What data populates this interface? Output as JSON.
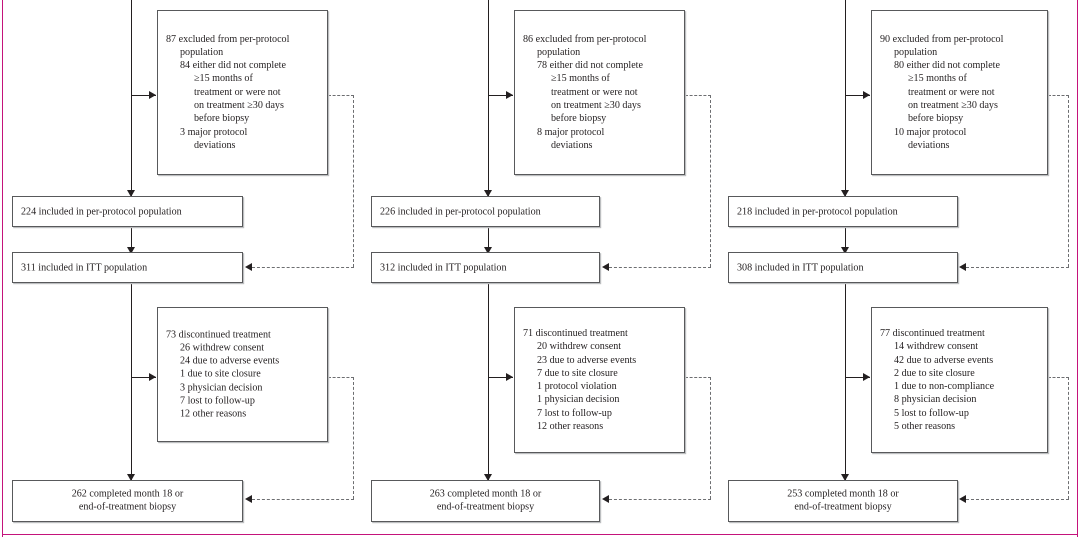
{
  "figure": {
    "type": "clinical-trial-consort-flow-diagram",
    "arms": 3,
    "accent_rule_color": "#c4137b",
    "box_border_color": "#58595b",
    "text_color": "#231f20"
  },
  "columns": [
    {
      "id": "arm-1",
      "excluded_box": {
        "lines": [
          {
            "text": "87 excluded from per-protocol",
            "indent": 0
          },
          {
            "text": "population",
            "indent": 1
          },
          {
            "text": "84 either did not complete",
            "indent": 1
          },
          {
            "text": "≥15 months of",
            "indent": 2
          },
          {
            "text": "treatment or were not",
            "indent": 2
          },
          {
            "text": "on treatment ≥30 days",
            "indent": 2
          },
          {
            "text": "before biopsy",
            "indent": 2
          },
          {
            "text": "3 major protocol",
            "indent": 1
          },
          {
            "text": "deviations",
            "indent": 2
          }
        ]
      },
      "per_protocol_box": {
        "text": "224 included in per-protocol population"
      },
      "itt_box": {
        "text": "311 included in ITT population"
      },
      "discontinued_box": {
        "lines": [
          {
            "text": "73 discontinued treatment",
            "indent": 0
          },
          {
            "text": "26 withdrew consent",
            "indent": 1
          },
          {
            "text": "24 due to adverse events",
            "indent": 1
          },
          {
            "text": "1 due to site closure",
            "indent": 1
          },
          {
            "text": "3 physician decision",
            "indent": 1
          },
          {
            "text": "7 lost to follow-up",
            "indent": 1
          },
          {
            "text": "12 other reasons",
            "indent": 1
          }
        ]
      },
      "completed_box": {
        "line1": "262 completed month 18 or",
        "line2": "end-of-treatment biopsy"
      }
    },
    {
      "id": "arm-2",
      "excluded_box": {
        "lines": [
          {
            "text": "86 excluded from per-protocol",
            "indent": 0
          },
          {
            "text": "population",
            "indent": 1
          },
          {
            "text": "78 either did not complete",
            "indent": 1
          },
          {
            "text": "≥15 months of",
            "indent": 2
          },
          {
            "text": "treatment or were not",
            "indent": 2
          },
          {
            "text": "on treatment ≥30 days",
            "indent": 2
          },
          {
            "text": "before biopsy",
            "indent": 2
          },
          {
            "text": "8 major protocol",
            "indent": 1
          },
          {
            "text": "deviations",
            "indent": 2
          }
        ]
      },
      "per_protocol_box": {
        "text": "226 included in per-protocol population"
      },
      "itt_box": {
        "text": "312 included in ITT population"
      },
      "discontinued_box": {
        "lines": [
          {
            "text": "71 discontinued treatment",
            "indent": 0
          },
          {
            "text": "20 withdrew consent",
            "indent": 1
          },
          {
            "text": "23 due to adverse events",
            "indent": 1
          },
          {
            "text": "7 due to site closure",
            "indent": 1
          },
          {
            "text": "1 protocol violation",
            "indent": 1
          },
          {
            "text": "1 physician decision",
            "indent": 1
          },
          {
            "text": "7 lost to follow-up",
            "indent": 1
          },
          {
            "text": "12 other reasons",
            "indent": 1
          }
        ]
      },
      "completed_box": {
        "line1": "263 completed month 18 or",
        "line2": "end-of-treatment biopsy"
      }
    },
    {
      "id": "arm-3",
      "excluded_box": {
        "lines": [
          {
            "text": "90 excluded from per-protocol",
            "indent": 0
          },
          {
            "text": "population",
            "indent": 1
          },
          {
            "text": "80 either did not complete",
            "indent": 1
          },
          {
            "text": "≥15 months of",
            "indent": 2
          },
          {
            "text": "treatment or were not",
            "indent": 2
          },
          {
            "text": "on treatment ≥30 days",
            "indent": 2
          },
          {
            "text": "before biopsy",
            "indent": 2
          },
          {
            "text": "10 major protocol",
            "indent": 1
          },
          {
            "text": "deviations",
            "indent": 2
          }
        ]
      },
      "per_protocol_box": {
        "text": "218 included in per-protocol population"
      },
      "itt_box": {
        "text": "308 included in ITT population"
      },
      "discontinued_box": {
        "lines": [
          {
            "text": "77 discontinued treatment",
            "indent": 0
          },
          {
            "text": "14 withdrew consent",
            "indent": 1
          },
          {
            "text": "42 due to adverse events",
            "indent": 1
          },
          {
            "text": "2 due to site closure",
            "indent": 1
          },
          {
            "text": "1 due to non-compliance",
            "indent": 1
          },
          {
            "text": "8 physician decision",
            "indent": 1
          },
          {
            "text": "5 lost to follow-up",
            "indent": 1
          },
          {
            "text": "5 other reasons",
            "indent": 1
          }
        ]
      },
      "completed_box": {
        "line1": "253 completed month 18 or",
        "line2": "end-of-treatment biopsy"
      }
    }
  ]
}
